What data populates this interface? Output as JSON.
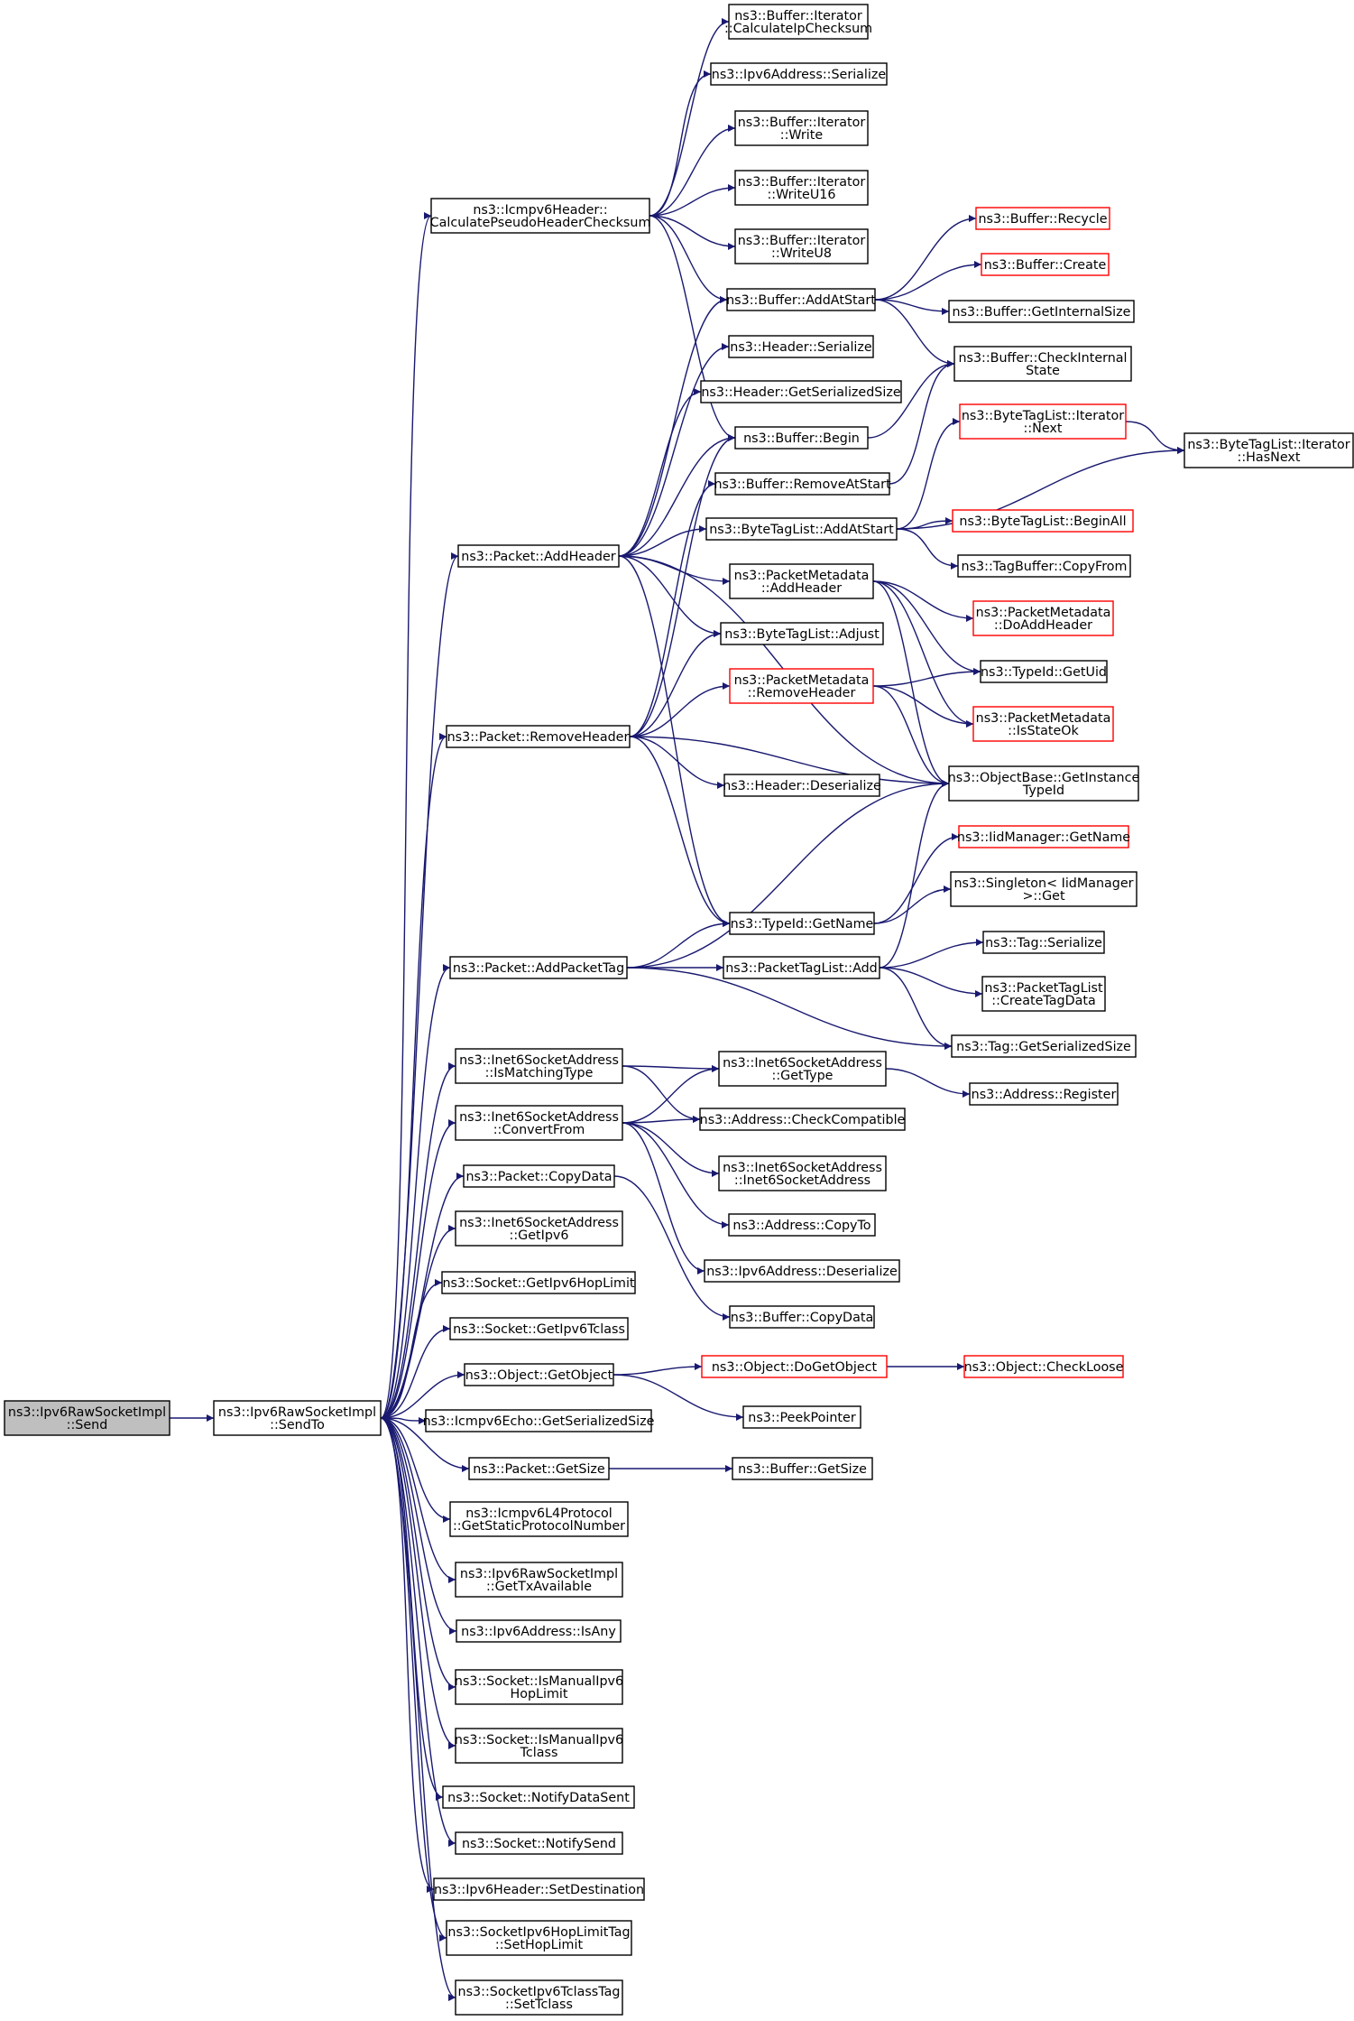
{
  "colors": {
    "edge": "#191970",
    "node_border": "#000000",
    "node_border_truncated": "#ff0000",
    "root_fill": "#bfbfbf",
    "node_fill": "#ffffff"
  },
  "nodes": [
    {
      "id": "send",
      "lines": [
        "ns3::Ipv6RawSocketImpl",
        "::Send"
      ],
      "style": "root"
    },
    {
      "id": "sendto",
      "lines": [
        "ns3::Ipv6RawSocketImpl",
        "::SendTo"
      ],
      "style": "normal"
    },
    {
      "id": "calcps",
      "lines": [
        "ns3::Icmpv6Header::",
        "CalculatePseudoHeaderChecksum"
      ],
      "style": "normal"
    },
    {
      "id": "calcip",
      "lines": [
        "ns3::Buffer::Iterator",
        "::CalculateIpChecksum"
      ],
      "style": "normal"
    },
    {
      "id": "v6ser",
      "lines": [
        "ns3::Ipv6Address::Serialize"
      ],
      "style": "normal"
    },
    {
      "id": "write",
      "lines": [
        "ns3::Buffer::Iterator",
        "::Write"
      ],
      "style": "normal"
    },
    {
      "id": "writeu16",
      "lines": [
        "ns3::Buffer::Iterator",
        "::WriteU16"
      ],
      "style": "normal"
    },
    {
      "id": "writeu8",
      "lines": [
        "ns3::Buffer::Iterator",
        "::WriteU8"
      ],
      "style": "normal"
    },
    {
      "id": "recycle",
      "lines": [
        "ns3::Buffer::Recycle"
      ],
      "style": "truncated"
    },
    {
      "id": "create",
      "lines": [
        "ns3::Buffer::Create"
      ],
      "style": "truncated"
    },
    {
      "id": "addatstart",
      "lines": [
        "ns3::Buffer::AddAtStart"
      ],
      "style": "normal"
    },
    {
      "id": "getinternal",
      "lines": [
        "ns3::Buffer::GetInternalSize"
      ],
      "style": "normal"
    },
    {
      "id": "hdrser",
      "lines": [
        "ns3::Header::Serialize"
      ],
      "style": "normal"
    },
    {
      "id": "checkint",
      "lines": [
        "ns3::Buffer::CheckInternal",
        "State"
      ],
      "style": "normal"
    },
    {
      "id": "hdrgetsz",
      "lines": [
        "ns3::Header::GetSerializedSize"
      ],
      "style": "normal"
    },
    {
      "id": "bytenext",
      "lines": [
        "ns3::ByteTagList::Iterator",
        "::Next"
      ],
      "style": "truncated"
    },
    {
      "id": "begin",
      "lines": [
        "ns3::Buffer::Begin"
      ],
      "style": "normal"
    },
    {
      "id": "hasnext",
      "lines": [
        "ns3::ByteTagList::Iterator",
        "::HasNext"
      ],
      "style": "normal"
    },
    {
      "id": "removeatstart",
      "lines": [
        "ns3::Buffer::RemoveAtStart"
      ],
      "style": "normal"
    },
    {
      "id": "bt_addatstart",
      "lines": [
        "ns3::ByteTagList::AddAtStart"
      ],
      "style": "normal"
    },
    {
      "id": "beginall",
      "lines": [
        "ns3::ByteTagList::BeginAll"
      ],
      "style": "truncated"
    },
    {
      "id": "pkt_addheader",
      "lines": [
        "ns3::Packet::AddHeader"
      ],
      "style": "normal"
    },
    {
      "id": "pm_addheader",
      "lines": [
        "ns3::PacketMetadata",
        "::AddHeader"
      ],
      "style": "normal"
    },
    {
      "id": "tbcopyfrom",
      "lines": [
        "ns3::TagBuffer::CopyFrom"
      ],
      "style": "normal"
    },
    {
      "id": "doaddheader",
      "lines": [
        "ns3::PacketMetadata",
        "::DoAddHeader"
      ],
      "style": "truncated"
    },
    {
      "id": "adjust",
      "lines": [
        "ns3::ByteTagList::Adjust"
      ],
      "style": "normal"
    },
    {
      "id": "getuid",
      "lines": [
        "ns3::TypeId::GetUid"
      ],
      "style": "normal"
    },
    {
      "id": "pm_removeheader",
      "lines": [
        "ns3::PacketMetadata",
        "::RemoveHeader"
      ],
      "style": "truncated"
    },
    {
      "id": "isstateok",
      "lines": [
        "ns3::PacketMetadata",
        "::IsStateOk"
      ],
      "style": "truncated"
    },
    {
      "id": "pkt_removeheader",
      "lines": [
        "ns3::Packet::RemoveHeader"
      ],
      "style": "normal"
    },
    {
      "id": "getinstance",
      "lines": [
        "ns3::ObjectBase::GetInstance",
        "TypeId"
      ],
      "style": "normal"
    },
    {
      "id": "hdrdeser",
      "lines": [
        "ns3::Header::Deserialize"
      ],
      "style": "normal"
    },
    {
      "id": "iidgetname",
      "lines": [
        "ns3::IidManager::GetName"
      ],
      "style": "truncated"
    },
    {
      "id": "singleton",
      "lines": [
        "ns3::Singleton< IidManager",
        "  >::Get"
      ],
      "style": "normal"
    },
    {
      "id": "typeidgetname",
      "lines": [
        "ns3::TypeId::GetName"
      ],
      "style": "normal"
    },
    {
      "id": "tagser",
      "lines": [
        "ns3::Tag::Serialize"
      ],
      "style": "normal"
    },
    {
      "id": "pkt_addpackettag",
      "lines": [
        "ns3::Packet::AddPacketTag"
      ],
      "style": "normal"
    },
    {
      "id": "ptladd",
      "lines": [
        "ns3::PacketTagList::Add"
      ],
      "style": "normal"
    },
    {
      "id": "createtagdata",
      "lines": [
        "ns3::PacketTagList",
        "::CreateTagData"
      ],
      "style": "normal"
    },
    {
      "id": "taggetsz",
      "lines": [
        "ns3::Tag::GetSerializedSize"
      ],
      "style": "normal"
    },
    {
      "id": "ismatchingtype",
      "lines": [
        "ns3::Inet6SocketAddress",
        "::IsMatchingType"
      ],
      "style": "normal"
    },
    {
      "id": "i6gettype",
      "lines": [
        "ns3::Inet6SocketAddress",
        "::GetType"
      ],
      "style": "normal"
    },
    {
      "id": "addrregister",
      "lines": [
        "ns3::Address::Register"
      ],
      "style": "normal"
    },
    {
      "id": "convertfrom",
      "lines": [
        "ns3::Inet6SocketAddress",
        "::ConvertFrom"
      ],
      "style": "normal"
    },
    {
      "id": "checkcompat",
      "lines": [
        "ns3::Address::CheckCompatible"
      ],
      "style": "normal"
    },
    {
      "id": "i6ctor",
      "lines": [
        "ns3::Inet6SocketAddress",
        "::Inet6SocketAddress"
      ],
      "style": "normal"
    },
    {
      "id": "pkt_copydata",
      "lines": [
        "ns3::Packet::CopyData"
      ],
      "style": "normal"
    },
    {
      "id": "addrcopyto",
      "lines": [
        "ns3::Address::CopyTo"
      ],
      "style": "normal"
    },
    {
      "id": "getipv6",
      "lines": [
        "ns3::Inet6SocketAddress",
        "::GetIpv6"
      ],
      "style": "normal"
    },
    {
      "id": "v6deser",
      "lines": [
        "ns3::Ipv6Address::Deserialize"
      ],
      "style": "normal"
    },
    {
      "id": "gethoplimit",
      "lines": [
        "ns3::Socket::GetIpv6HopLimit"
      ],
      "style": "normal"
    },
    {
      "id": "bufcopydata",
      "lines": [
        "ns3::Buffer::CopyData"
      ],
      "style": "normal"
    },
    {
      "id": "gettclass",
      "lines": [
        "ns3::Socket::GetIpv6Tclass"
      ],
      "style": "normal"
    },
    {
      "id": "getobject",
      "lines": [
        "ns3::Object::GetObject"
      ],
      "style": "normal"
    },
    {
      "id": "dogetobject",
      "lines": [
        "ns3::Object::DoGetObject"
      ],
      "style": "truncated"
    },
    {
      "id": "checkloose",
      "lines": [
        "ns3::Object::CheckLoose"
      ],
      "style": "truncated"
    },
    {
      "id": "echogetsz",
      "lines": [
        "ns3::Icmpv6Echo::GetSerializedSize"
      ],
      "style": "normal"
    },
    {
      "id": "peekpointer",
      "lines": [
        "ns3::PeekPointer"
      ],
      "style": "normal"
    },
    {
      "id": "pkt_getsize",
      "lines": [
        "ns3::Packet::GetSize"
      ],
      "style": "normal"
    },
    {
      "id": "bufgetsize",
      "lines": [
        "ns3::Buffer::GetSize"
      ],
      "style": "normal"
    },
    {
      "id": "getstaticproto",
      "lines": [
        "ns3::Icmpv6L4Protocol",
        "::GetStaticProtocolNumber"
      ],
      "style": "normal"
    },
    {
      "id": "gettxavail",
      "lines": [
        "ns3::Ipv6RawSocketImpl",
        "::GetTxAvailable"
      ],
      "style": "normal"
    },
    {
      "id": "isany",
      "lines": [
        "ns3::Ipv6Address::IsAny"
      ],
      "style": "normal"
    },
    {
      "id": "ismanualhop",
      "lines": [
        "ns3::Socket::IsManualIpv6",
        "HopLimit"
      ],
      "style": "normal"
    },
    {
      "id": "ismanualtclass",
      "lines": [
        "ns3::Socket::IsManualIpv6",
        "Tclass"
      ],
      "style": "normal"
    },
    {
      "id": "notifydatasent",
      "lines": [
        "ns3::Socket::NotifyDataSent"
      ],
      "style": "normal"
    },
    {
      "id": "notifysend",
      "lines": [
        "ns3::Socket::NotifySend"
      ],
      "style": "normal"
    },
    {
      "id": "setdest",
      "lines": [
        "ns3::Ipv6Header::SetDestination"
      ],
      "style": "normal"
    },
    {
      "id": "sethoplimit",
      "lines": [
        "ns3::SocketIpv6HopLimitTag",
        "::SetHopLimit"
      ],
      "style": "normal"
    },
    {
      "id": "settclass",
      "lines": [
        "ns3::SocketIpv6TclassTag",
        "::SetTclass"
      ],
      "style": "normal"
    }
  ],
  "edges": [
    [
      "send",
      "sendto"
    ],
    [
      "sendto",
      "calcps"
    ],
    [
      "sendto",
      "pkt_addheader"
    ],
    [
      "sendto",
      "pkt_removeheader"
    ],
    [
      "sendto",
      "pkt_addpackettag"
    ],
    [
      "sendto",
      "ismatchingtype"
    ],
    [
      "sendto",
      "convertfrom"
    ],
    [
      "sendto",
      "pkt_copydata"
    ],
    [
      "sendto",
      "getipv6"
    ],
    [
      "sendto",
      "gethoplimit"
    ],
    [
      "sendto",
      "gettclass"
    ],
    [
      "sendto",
      "getobject"
    ],
    [
      "sendto",
      "echogetsz"
    ],
    [
      "sendto",
      "pkt_getsize"
    ],
    [
      "sendto",
      "getstaticproto"
    ],
    [
      "sendto",
      "gettxavail"
    ],
    [
      "sendto",
      "isany"
    ],
    [
      "sendto",
      "ismanualhop"
    ],
    [
      "sendto",
      "ismanualtclass"
    ],
    [
      "sendto",
      "notifydatasent"
    ],
    [
      "sendto",
      "notifysend"
    ],
    [
      "sendto",
      "setdest"
    ],
    [
      "sendto",
      "sethoplimit"
    ],
    [
      "sendto",
      "settclass"
    ],
    [
      "calcps",
      "calcip"
    ],
    [
      "calcps",
      "v6ser"
    ],
    [
      "calcps",
      "write"
    ],
    [
      "calcps",
      "writeu16"
    ],
    [
      "calcps",
      "writeu8"
    ],
    [
      "calcps",
      "addatstart"
    ],
    [
      "calcps",
      "begin"
    ],
    [
      "addatstart",
      "recycle"
    ],
    [
      "addatstart",
      "create"
    ],
    [
      "addatstart",
      "getinternal"
    ],
    [
      "addatstart",
      "checkint"
    ],
    [
      "begin",
      "checkint"
    ],
    [
      "removeatstart",
      "checkint"
    ],
    [
      "pkt_addheader",
      "addatstart"
    ],
    [
      "pkt_addheader",
      "hdrser"
    ],
    [
      "pkt_addheader",
      "hdrgetsz"
    ],
    [
      "pkt_addheader",
      "begin"
    ],
    [
      "pkt_addheader",
      "bt_addatstart"
    ],
    [
      "pkt_addheader",
      "pm_addheader"
    ],
    [
      "pkt_addheader",
      "adjust"
    ],
    [
      "pkt_addheader",
      "getinstance"
    ],
    [
      "pkt_addheader",
      "typeidgetname"
    ],
    [
      "bt_addatstart",
      "bytenext"
    ],
    [
      "bt_addatstart",
      "hasnext"
    ],
    [
      "bt_addatstart",
      "beginall"
    ],
    [
      "bt_addatstart",
      "tbcopyfrom"
    ],
    [
      "bytenext",
      "hasnext"
    ],
    [
      "pm_addheader",
      "doaddheader"
    ],
    [
      "pm_addheader",
      "getuid"
    ],
    [
      "pm_addheader",
      "isstateok"
    ],
    [
      "pm_addheader",
      "getinstance"
    ],
    [
      "pkt_removeheader",
      "begin"
    ],
    [
      "pkt_removeheader",
      "removeatstart"
    ],
    [
      "pkt_removeheader",
      "adjust"
    ],
    [
      "pkt_removeheader",
      "pm_removeheader"
    ],
    [
      "pkt_removeheader",
      "hdrdeser"
    ],
    [
      "pkt_removeheader",
      "getinstance"
    ],
    [
      "pkt_removeheader",
      "typeidgetname"
    ],
    [
      "pm_removeheader",
      "getuid"
    ],
    [
      "pm_removeheader",
      "isstateok"
    ],
    [
      "pm_removeheader",
      "getinstance"
    ],
    [
      "typeidgetname",
      "iidgetname"
    ],
    [
      "typeidgetname",
      "singleton"
    ],
    [
      "pkt_addpackettag",
      "getinstance"
    ],
    [
      "pkt_addpackettag",
      "typeidgetname"
    ],
    [
      "pkt_addpackettag",
      "ptladd"
    ],
    [
      "pkt_addpackettag",
      "taggetsz"
    ],
    [
      "ptladd",
      "getinstance"
    ],
    [
      "ptladd",
      "tagser"
    ],
    [
      "ptladd",
      "createtagdata"
    ],
    [
      "ptladd",
      "taggetsz"
    ],
    [
      "ismatchingtype",
      "i6gettype"
    ],
    [
      "ismatchingtype",
      "checkcompat"
    ],
    [
      "i6gettype",
      "addrregister"
    ],
    [
      "convertfrom",
      "i6gettype"
    ],
    [
      "convertfrom",
      "checkcompat"
    ],
    [
      "convertfrom",
      "i6ctor"
    ],
    [
      "convertfrom",
      "addrcopyto"
    ],
    [
      "convertfrom",
      "v6deser"
    ],
    [
      "pkt_copydata",
      "bufcopydata"
    ],
    [
      "getobject",
      "dogetobject"
    ],
    [
      "getobject",
      "peekpointer"
    ],
    [
      "dogetobject",
      "checkloose"
    ],
    [
      "pkt_getsize",
      "bufgetsize"
    ]
  ]
}
